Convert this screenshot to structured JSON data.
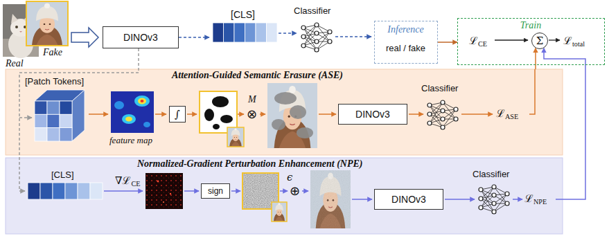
{
  "diagram": {
    "nodes": [
      {
        "text": [
          "DINOv3"
        ]
      },
      {
        "text": [
          "Inference",
          "real / fake"
        ]
      },
      {
        "text": [
          "Train",
          "ℒCE",
          "ℒtotal"
        ]
      },
      {
        "text": [
          "Σ"
        ],
        "in": 2
      },
      {
        "text": [
          "Attention-Guided Semantic Erasure (ASE)"
        ]
      },
      {
        "text": [
          "∫"
        ],
        "in": 4
      },
      {
        "text": [
          "DINOv3"
        ],
        "in": 4
      },
      {
        "text": [
          "Normalized-Gradient Perturbation Enhancement (NPE)"
        ]
      },
      {
        "text": [
          "sign"
        ],
        "in": 7
      },
      {
        "text": [
          "DINOv3"
        ],
        "in": 7
      }
    ],
    "edges": [
      {
        "from": 1,
        "to": 2,
        "arrow": "to"
      },
      {
        "from": 4,
        "to": 3,
        "arrow": "to"
      },
      {
        "from": 7,
        "to": 3,
        "arrow": "to"
      }
    ],
    "labels": [
      "Real",
      "Fake",
      "[CLS]",
      "Classifier",
      "[Patch Tokens]",
      "feature map",
      "M",
      "⊗",
      "Classifier",
      "ℒASE",
      "[CLS]",
      "∇ℒCE",
      "ϵ",
      "⊕",
      "Classifier",
      "ℒNPE"
    ]
  }
}
